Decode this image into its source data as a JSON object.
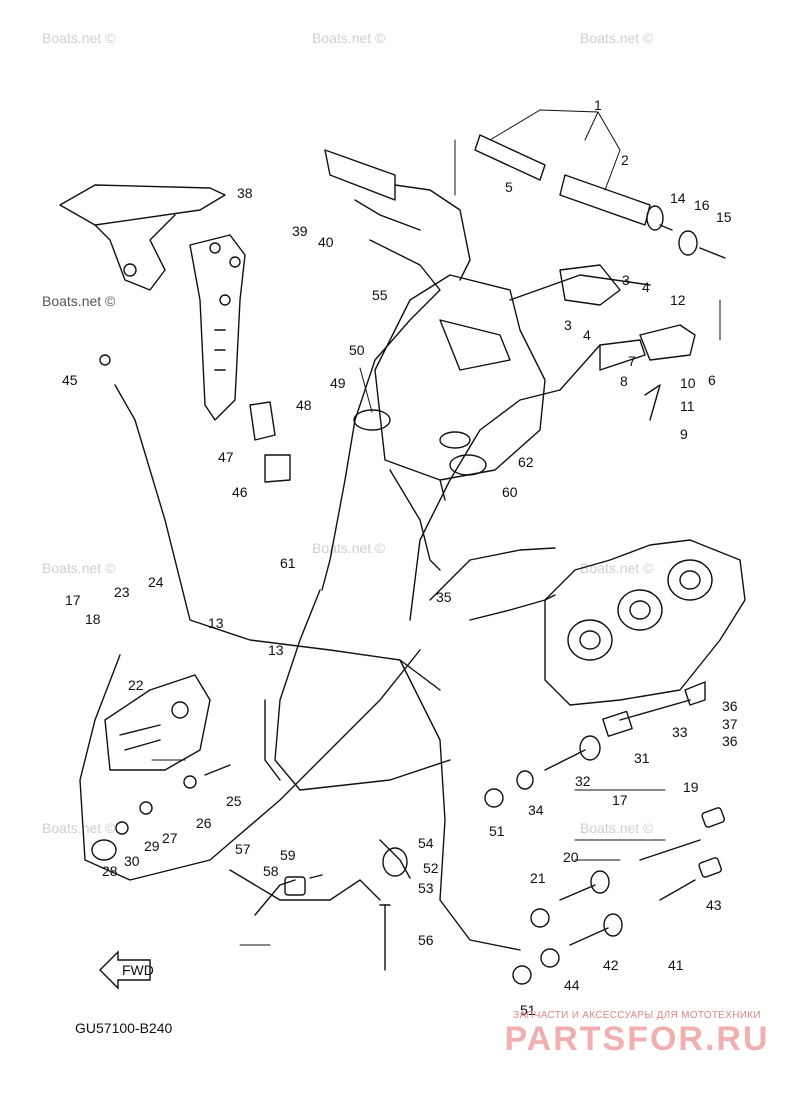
{
  "watermark": "Boats.net ©",
  "diagram_code": "GU57100-B240",
  "fwd_label": "FWD",
  "brand": {
    "tagline": "ЗАПЧАСТИ И АКСЕССУАРЫ ДЛЯ МОТОТЕХНИКИ",
    "name": "PARTSFOR.RU"
  },
  "callouts": {
    "c1": "1",
    "c2": "2",
    "c3a": "3",
    "c3b": "3",
    "c4a": "4",
    "c4b": "4",
    "c5": "5",
    "c6": "6",
    "c7": "7",
    "c8": "8",
    "c9": "9",
    "c10": "10",
    "c11": "11",
    "c12": "12",
    "c13a": "13",
    "c13b": "13",
    "c14": "14",
    "c15": "15",
    "c16": "16",
    "c17a": "17",
    "c17b": "17",
    "c18": "18",
    "c19": "19",
    "c20": "20",
    "c21": "21",
    "c22": "22",
    "c23": "23",
    "c24": "24",
    "c25": "25",
    "c26": "26",
    "c27": "27",
    "c28": "28",
    "c29": "29",
    "c30": "30",
    "c31": "31",
    "c32": "32",
    "c33": "33",
    "c34": "34",
    "c35": "35",
    "c36a": "36",
    "c36b": "36",
    "c37": "37",
    "c38": "38",
    "c39": "39",
    "c40": "40",
    "c41": "41",
    "c42": "42",
    "c43": "43",
    "c44": "44",
    "c45": "45",
    "c46": "46",
    "c47": "47",
    "c48": "48",
    "c49": "49",
    "c50": "50",
    "c51a": "51",
    "c51b": "51",
    "c52": "52",
    "c53": "53",
    "c54": "54",
    "c55": "55",
    "c56": "56",
    "c57": "57",
    "c58": "58",
    "c59": "59",
    "c60": "60",
    "c61": "61",
    "c62": "62"
  }
}
